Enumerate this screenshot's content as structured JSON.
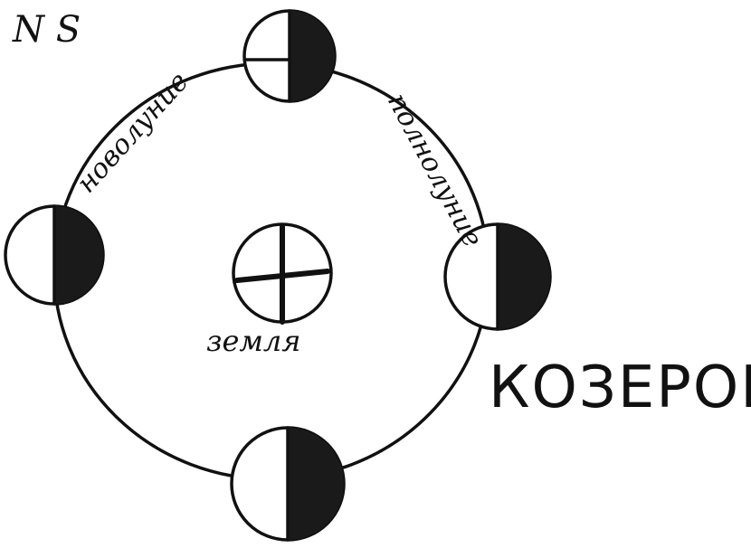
{
  "labels": {
    "corner": "N S",
    "new_moon": "новолуние",
    "full_moon": "полнолуние",
    "earth": "земля",
    "sign": "КОЗЕРОГ"
  },
  "colors": {
    "ink": "#111111",
    "paper": "#ffffff"
  }
}
